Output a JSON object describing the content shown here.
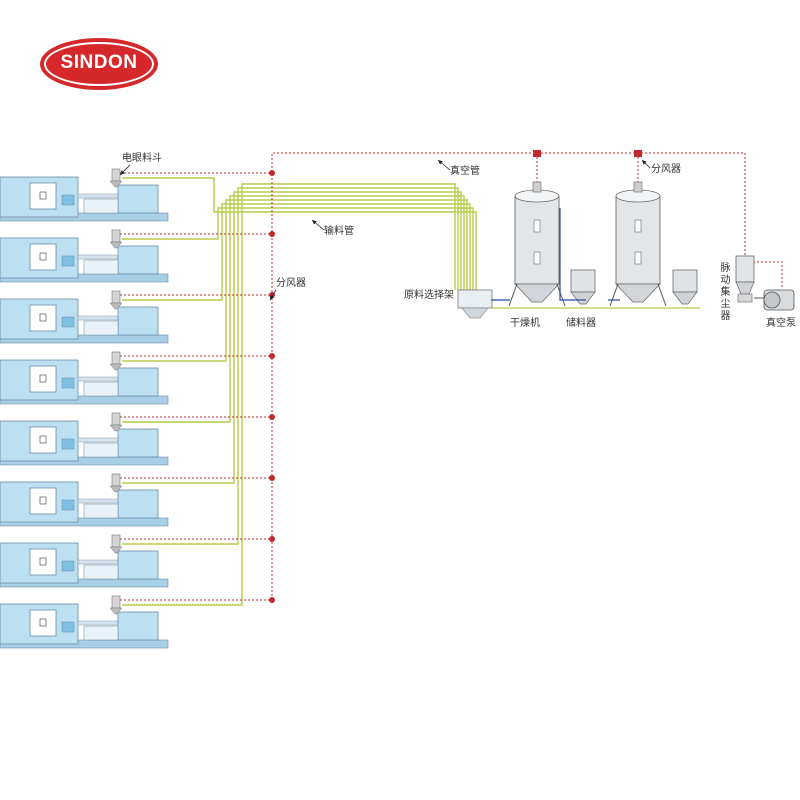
{
  "brand": {
    "logo_text": "SINDON",
    "logo_color": "#d6282b"
  },
  "labels": {
    "auto_loader": "电眼料斗",
    "vacuum_pipe": "真空管",
    "feed_pipe": "输料管",
    "splitter_left": "分风器",
    "splitter_top": "分风器",
    "material_selector": "原料选择架",
    "dryer": "干燥机",
    "hopper": "储料器",
    "dust_collector": "脉动集尘器",
    "vacuum_pump": "真空泵"
  },
  "machine_count": 8,
  "colors": {
    "vacuum_line": "#c0282d",
    "feed_line": "#b8cc4a",
    "blue_line": "#2a4aa0",
    "machine_body": "#bcdff2",
    "machine_outline": "#6b8ea8"
  }
}
